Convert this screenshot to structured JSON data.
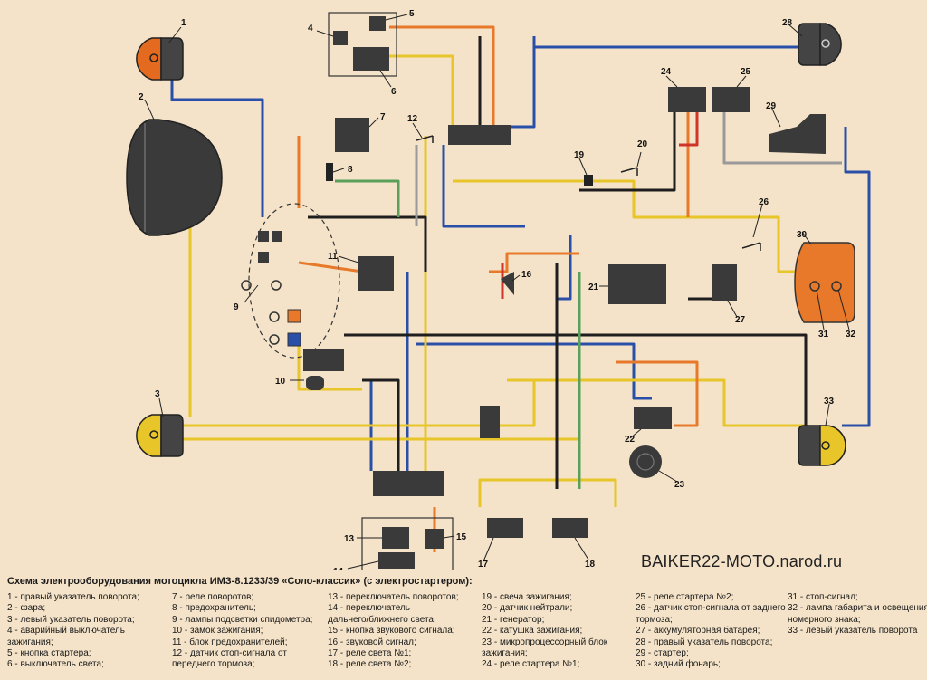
{
  "watermark": "BAIKER22-MOTO.narod.ru",
  "title": "Схема электрооборудования мотоцикла ИМЗ-8.1233/39 «Соло-классик» (с электростартером):",
  "legend": {
    "col1": [
      "1 - правый указатель поворота;",
      "2 - фара;",
      "3 - левый указатель поворота;",
      "4 - аварийный выключатель",
      "зажигания;",
      "5 - кнопка стартера;",
      "6 - выключатель света;"
    ],
    "col2": [
      "7 - реле поворотов;",
      "8 - предохранитель;",
      "9 - лампы подсветки спидометра;",
      "10 - замок зажигания;",
      "11 - блок предохранителей;",
      "12 - датчик стоп-сигнала от",
      "переднего тормоза;"
    ],
    "col3": [
      "13 - переключатель поворотов;",
      "14 - переключатель",
      "дальнего/ближнего света;",
      "15 - кнопка звукового сигнала;",
      "16 - звуковой сигнал;",
      "17 - реле света №1;",
      "18 - реле света №2;"
    ],
    "col4": [
      "19 - свеча зажигания;",
      "20 - датчик нейтрали;",
      "21 - генератор;",
      "22 - катушка зажигания;",
      "23 - микропроцессорный блок",
      "зажигания;",
      "24 - реле стартера №1;"
    ],
    "col5": [
      "25 - реле стартера №2;",
      "26 - датчик стоп-сигнала от заднего",
      "тормоза;",
      "27 - аккумуляторная батарея;",
      "28 - правый указатель поворота;",
      "29 - стартер;",
      "30 - задний фонарь;"
    ],
    "col6": [
      "31 - стоп-сигнал;",
      "32 - лампа габарита и освещения",
      "номерного знака;",
      "33 - левый указатель поворота"
    ]
  },
  "labels": [
    "1",
    "2",
    "3",
    "4",
    "5",
    "6",
    "7",
    "8",
    "9",
    "10",
    "11",
    "12",
    "13",
    "14",
    "15",
    "16",
    "17",
    "18",
    "19",
    "20",
    "21",
    "22",
    "23",
    "24",
    "25",
    "26",
    "27",
    "28",
    "29",
    "30",
    "31",
    "32",
    "33"
  ],
  "colors": {
    "background": "#f4e3c8",
    "blue": "#2a4fa8",
    "yellow": "#e8c62a",
    "orange": "#e8792a",
    "black": "#1e1e1e",
    "red": "#d0332a",
    "grey": "#9a9a9a",
    "green": "#5aa05a",
    "indicator_front": "#e36a1e",
    "indicator_rear": "#e8c62a",
    "tail_light": "#e8792a",
    "component": "#3a3a3a"
  }
}
